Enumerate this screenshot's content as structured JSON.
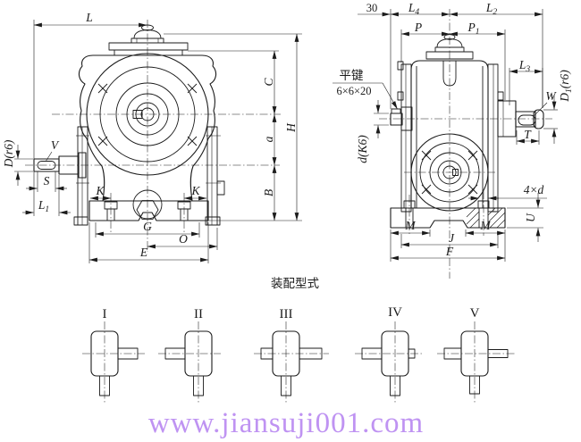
{
  "drawing_title": "worm-gear-reducer-dimension-drawing",
  "front": {
    "L": "L",
    "C": "C",
    "a": "a",
    "B": "B",
    "H": "H",
    "D": "D(r6)",
    "V": "V",
    "S": "S",
    "L1": {
      "main": "L",
      "sub": "1"
    },
    "K_left": "K",
    "K_right": "K",
    "G": "G",
    "O": "O",
    "E": "E"
  },
  "side": {
    "n30": "30",
    "L4": {
      "main": "L",
      "sub": "4"
    },
    "L2": {
      "main": "L",
      "sub": "2"
    },
    "P": "P",
    "P1": {
      "main": "P",
      "sub": "1"
    },
    "L3": {
      "main": "L",
      "sub": "3"
    },
    "W": "W",
    "D1": {
      "main": "D",
      "sub": "1",
      "suffix": "(r6)"
    },
    "T": "T",
    "key": {
      "line1": "平键",
      "line2": "6×6×20"
    },
    "d": "d(K6)",
    "four_d": "4×d",
    "U": "U",
    "M_left": "M",
    "M_right": "M",
    "J": "J",
    "F": "F"
  },
  "assembly": {
    "title": "装配型式",
    "variants": [
      {
        "label": "I"
      },
      {
        "label": "II"
      },
      {
        "label": "III"
      },
      {
        "label": "IV"
      },
      {
        "label": "V"
      }
    ]
  },
  "watermark": "www.jiansuji001.com",
  "colors": {
    "line": "#1b1b1b",
    "watermark": "#bf93f2",
    "background": "#ffffff"
  }
}
